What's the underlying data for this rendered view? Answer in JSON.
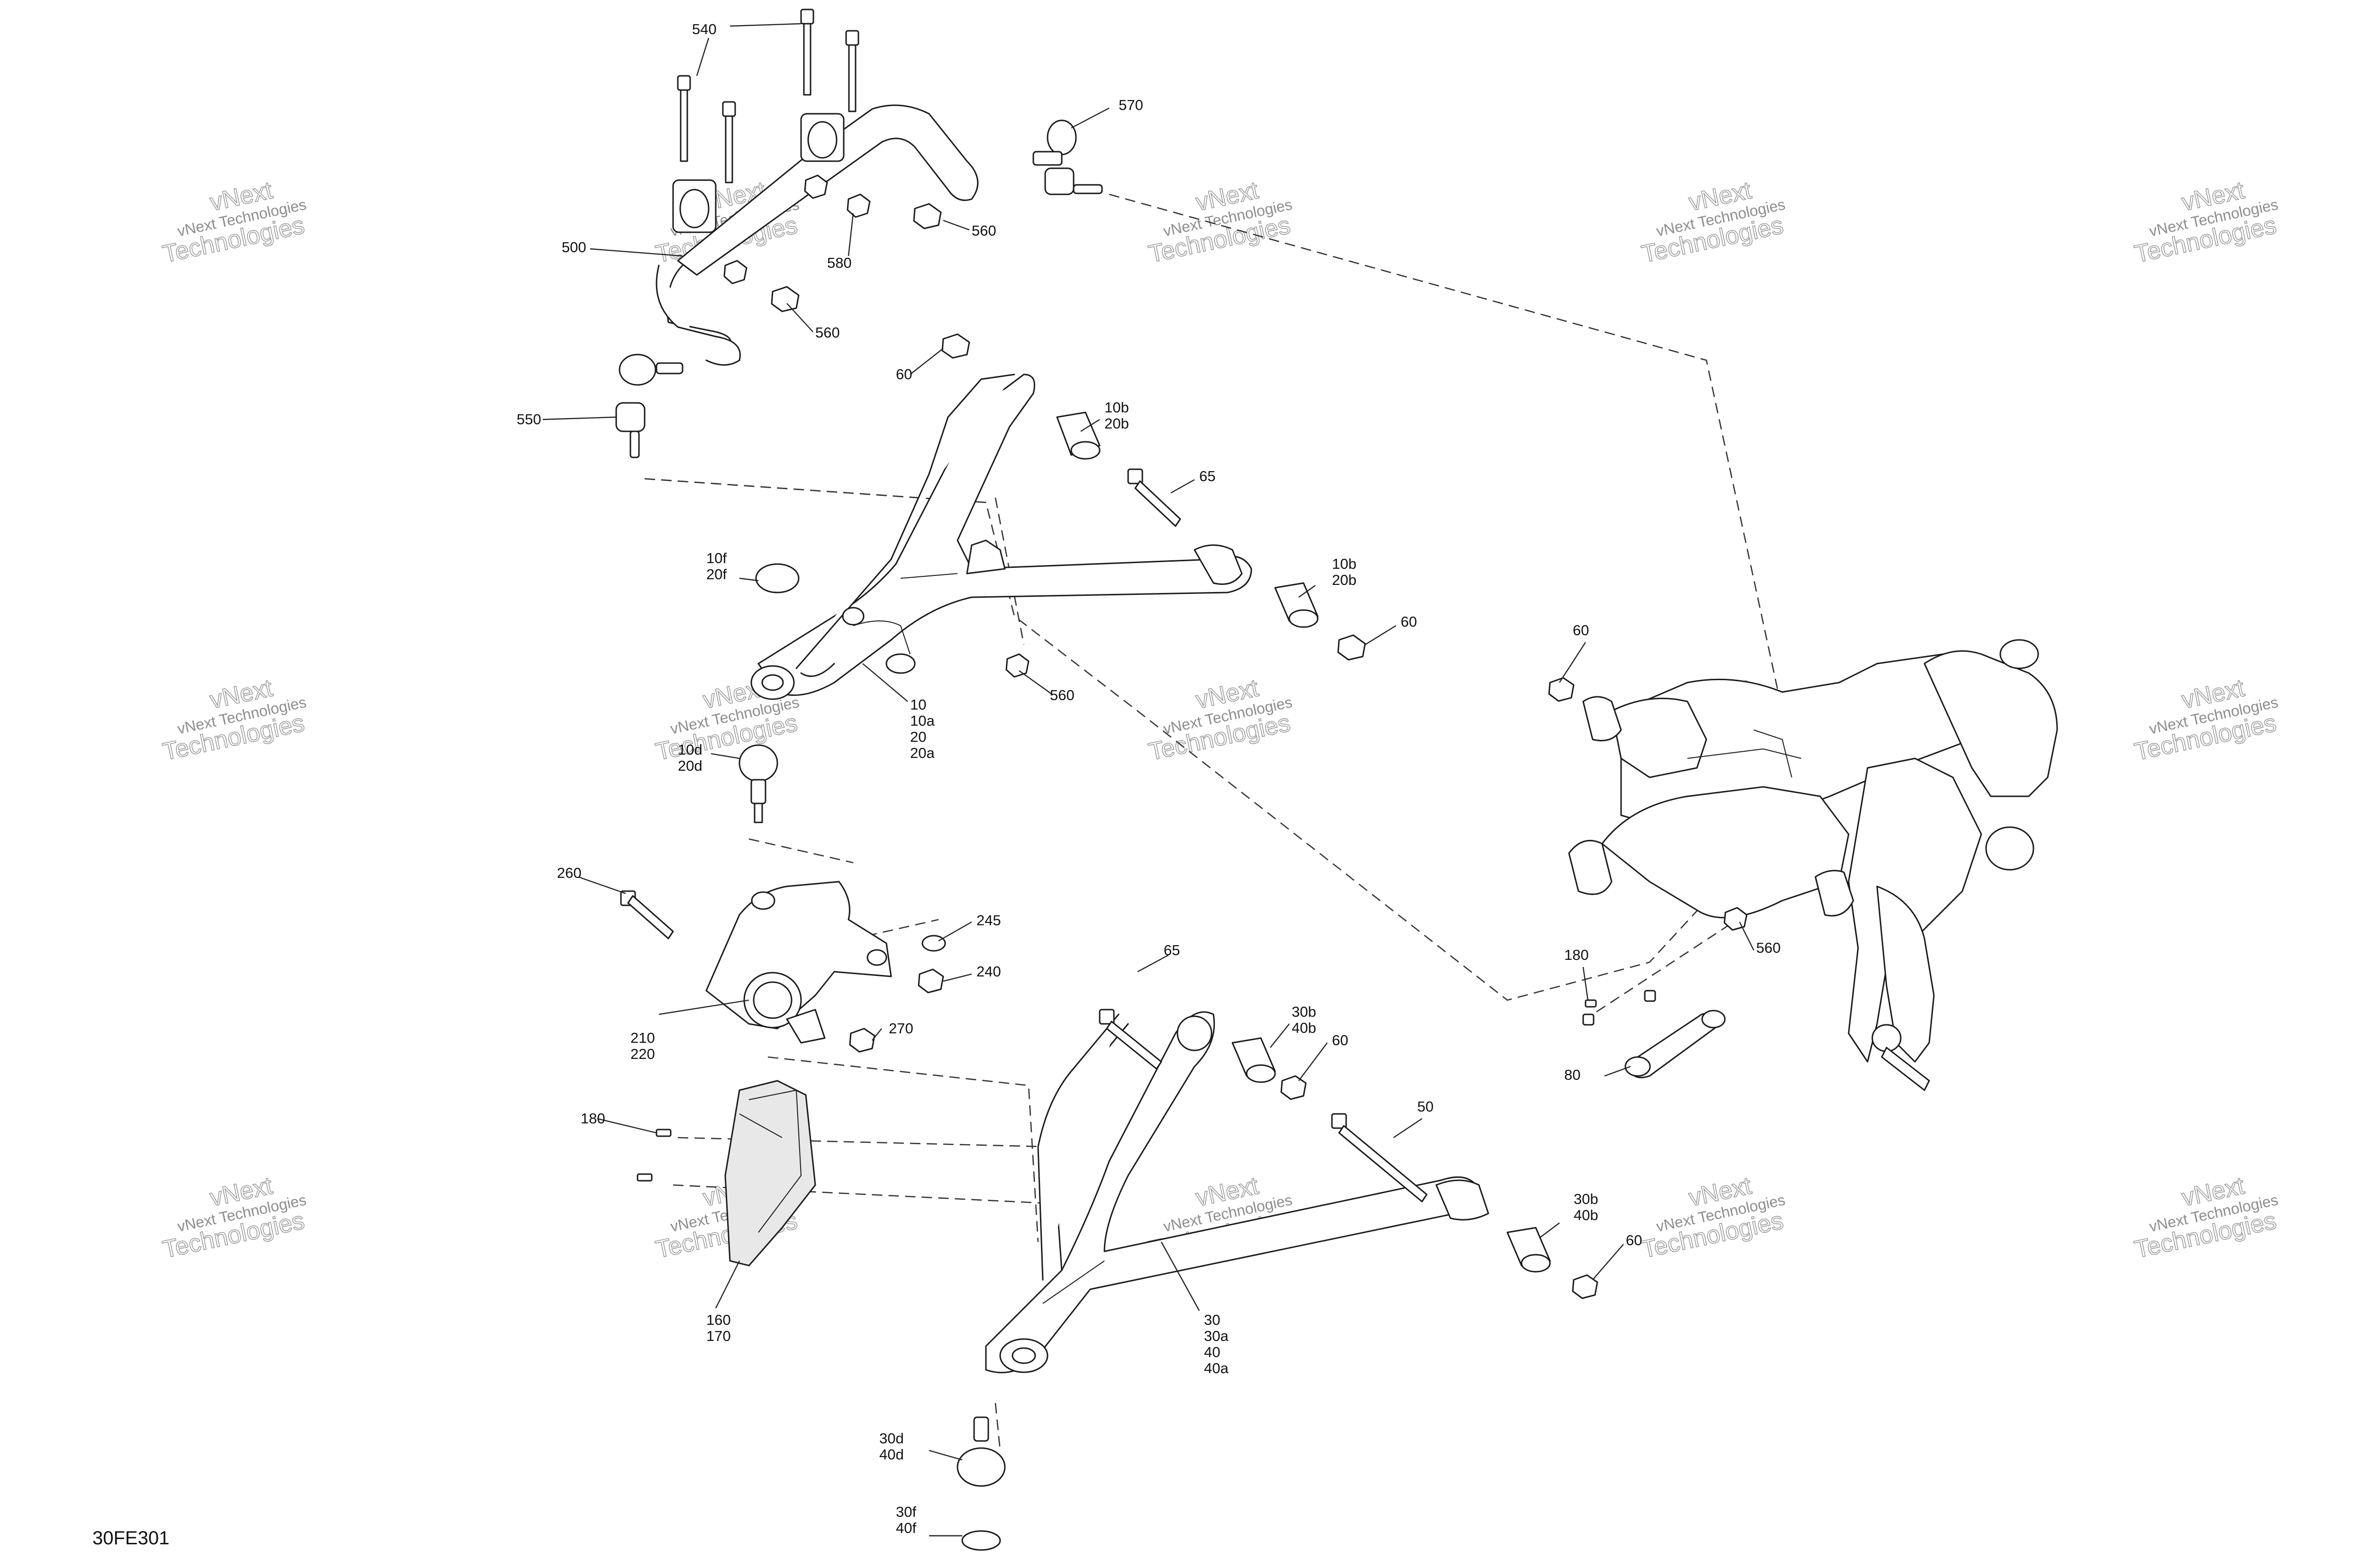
{
  "figure_code": "30FE301",
  "watermark": {
    "line1": "vNext",
    "line2": "vNext Technologies",
    "line3": "Technologies"
  },
  "callouts": [
    {
      "id": "c540",
      "lines": [
        "540"
      ]
    },
    {
      "id": "c570",
      "lines": [
        "570"
      ]
    },
    {
      "id": "c500",
      "lines": [
        "500"
      ]
    },
    {
      "id": "c580",
      "lines": [
        "580"
      ]
    },
    {
      "id": "c560a",
      "lines": [
        "560"
      ]
    },
    {
      "id": "c560b",
      "lines": [
        "560"
      ]
    },
    {
      "id": "c60a",
      "lines": [
        "60"
      ]
    },
    {
      "id": "c10b20b_a",
      "lines": [
        "10b",
        "20b"
      ]
    },
    {
      "id": "c550",
      "lines": [
        "550"
      ]
    },
    {
      "id": "c65a",
      "lines": [
        "65"
      ]
    },
    {
      "id": "c10f20f",
      "lines": [
        "10f",
        "20f"
      ]
    },
    {
      "id": "c10b20b_b",
      "lines": [
        "10b",
        "20b"
      ]
    },
    {
      "id": "c60b",
      "lines": [
        "60"
      ]
    },
    {
      "id": "c560c",
      "lines": [
        "560"
      ]
    },
    {
      "id": "c10_20",
      "lines": [
        "10",
        "10a",
        "20",
        "20a"
      ]
    },
    {
      "id": "c10d20d",
      "lines": [
        "10d",
        "20d"
      ]
    },
    {
      "id": "c60c",
      "lines": [
        "60"
      ]
    },
    {
      "id": "c260",
      "lines": [
        "260"
      ]
    },
    {
      "id": "c245",
      "lines": [
        "245"
      ]
    },
    {
      "id": "c240",
      "lines": [
        "240"
      ]
    },
    {
      "id": "c65b",
      "lines": [
        "65"
      ]
    },
    {
      "id": "c210_220",
      "lines": [
        "210",
        "220"
      ]
    },
    {
      "id": "c270",
      "lines": [
        "270"
      ]
    },
    {
      "id": "c30b40b_a",
      "lines": [
        "30b",
        "40b"
      ]
    },
    {
      "id": "c60d",
      "lines": [
        "60"
      ]
    },
    {
      "id": "c560d",
      "lines": [
        "560"
      ]
    },
    {
      "id": "c180a",
      "lines": [
        "180"
      ]
    },
    {
      "id": "c80",
      "lines": [
        "80"
      ]
    },
    {
      "id": "c180b",
      "lines": [
        "180"
      ]
    },
    {
      "id": "c50",
      "lines": [
        "50"
      ]
    },
    {
      "id": "c30b40b_b",
      "lines": [
        "30b",
        "40b"
      ]
    },
    {
      "id": "c60e",
      "lines": [
        "60"
      ]
    },
    {
      "id": "c160_170",
      "lines": [
        "160",
        "170"
      ]
    },
    {
      "id": "c30_40",
      "lines": [
        "30",
        "30a",
        "40",
        "40a"
      ]
    },
    {
      "id": "c30d40d",
      "lines": [
        "30d",
        "40d"
      ]
    },
    {
      "id": "c30f40f",
      "lines": [
        "30f",
        "40f"
      ]
    }
  ]
}
